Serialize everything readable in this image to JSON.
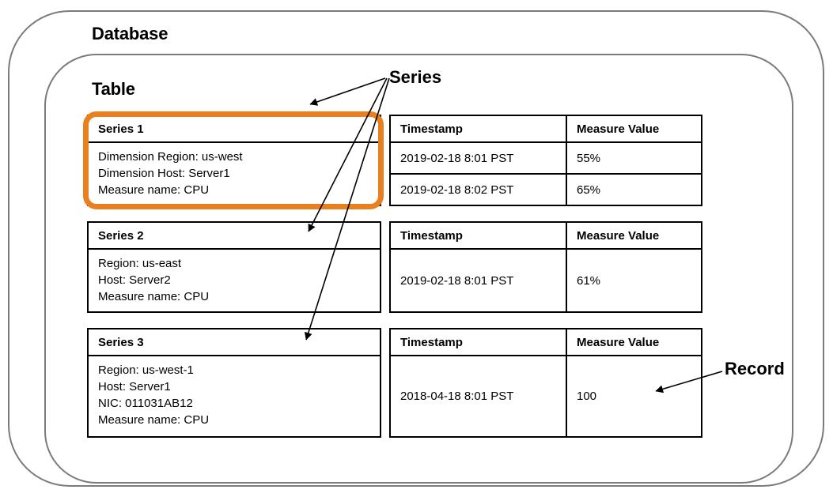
{
  "shells": {
    "database_label": "Database",
    "table_label": "Table"
  },
  "callouts": {
    "series": "Series",
    "record": "Record"
  },
  "colors": {
    "highlight": "#E8801F",
    "shell_border": "#7b7b7b",
    "table_border": "#000000"
  },
  "headers": {
    "timestamp": "Timestamp",
    "measure_value": "Measure Value"
  },
  "series_blocks": [
    {
      "title": "Series 1",
      "attributes": [
        "Dimension Region: us-west",
        "Dimension Host: Server1",
        "Measure name: CPU"
      ],
      "records": [
        {
          "timestamp": "2019-02-18 8:01 PST",
          "measure_value": "55%"
        },
        {
          "timestamp": "2019-02-18 8:02 PST",
          "measure_value": "65%"
        }
      ]
    },
    {
      "title": "Series 2",
      "attributes": [
        "Region: us-east",
        "Host: Server2",
        "Measure name: CPU"
      ],
      "records": [
        {
          "timestamp": "2019-02-18 8:01 PST",
          "measure_value": "61%"
        }
      ]
    },
    {
      "title": "Series 3",
      "attributes": [
        "Region: us-west-1",
        "Host: Server1",
        "NIC: 011031AB12",
        "Measure name: CPU"
      ],
      "records": [
        {
          "timestamp": "2018-04-18 8:01 PST",
          "measure_value": "100"
        }
      ]
    }
  ]
}
